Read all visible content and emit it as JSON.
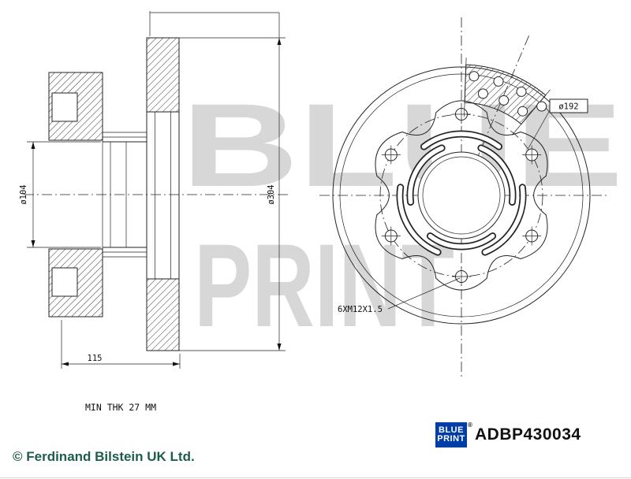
{
  "watermark": {
    "line1": "BLUE",
    "line2": "PRINT"
  },
  "section_view": {
    "dim_bore": "ø104",
    "dim_outer_diameter": "ø304",
    "dim_overall_depth": "115",
    "min_thickness_note": "MIN THK 27 MM"
  },
  "front_view": {
    "dim_bolt_circle": "ø192",
    "bolt_thread_spec": "6XM12X1.5"
  },
  "footer": {
    "copyright": "© Ferdinand Bilstein UK Ltd.",
    "part_number": "ADBP430034",
    "brand_line1": "BLUE",
    "brand_line2": "PRINT",
    "registered_mark": "®"
  },
  "colors": {
    "brand_blue": "#003da6",
    "copyright_green": "#1e5c4c",
    "watermark_gray": "#d7d7d7",
    "line_color": "#232323"
  }
}
